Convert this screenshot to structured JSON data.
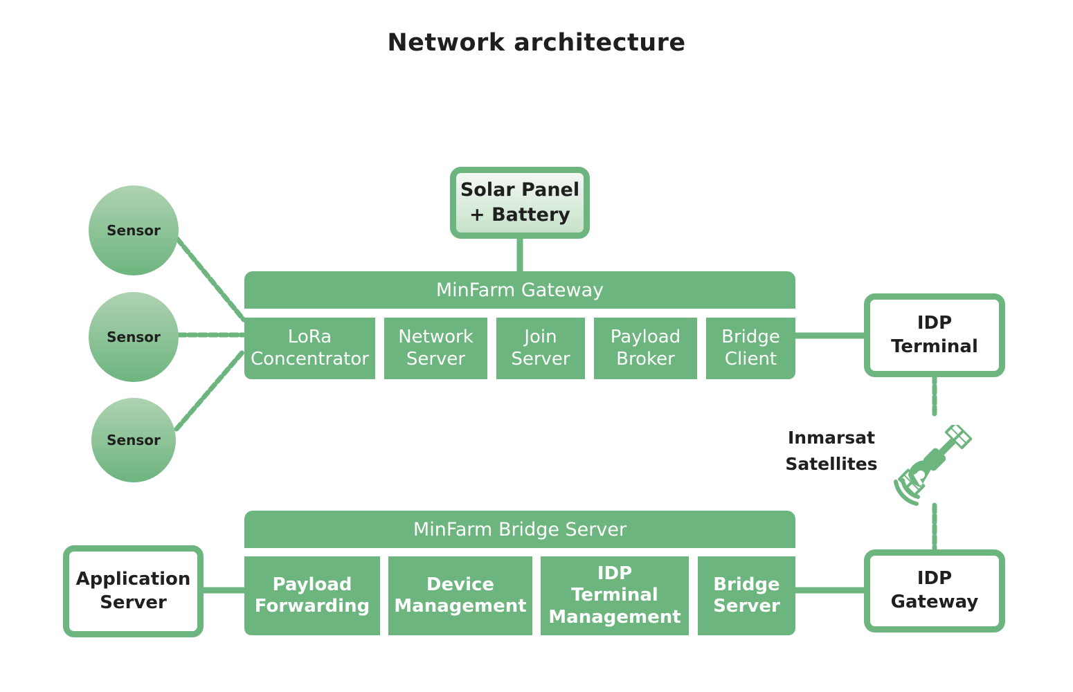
{
  "title": "Network architecture",
  "colors": {
    "accent": "#6db57f",
    "text": "#1f1f1f",
    "module_text": "#ffffff"
  },
  "sensors": [
    {
      "label": "Sensor"
    },
    {
      "label": "Sensor"
    },
    {
      "label": "Sensor"
    }
  ],
  "power": {
    "label": "Solar Panel\n+ Battery"
  },
  "gateway": {
    "title": "MinFarm Gateway",
    "modules": [
      {
        "label": "LoRa\nConcentrator"
      },
      {
        "label": "Network\nServer"
      },
      {
        "label": "Join\nServer"
      },
      {
        "label": "Payload\nBroker"
      },
      {
        "label": "Bridge\nClient"
      }
    ]
  },
  "idp_terminal": {
    "label": "IDP\nTerminal"
  },
  "satellite": {
    "label": "Inmarsat\nSatellites",
    "icon": "satellite-icon"
  },
  "bridge_server": {
    "title": "MinFarm Bridge Server",
    "modules": [
      {
        "label": "Payload\nForwarding"
      },
      {
        "label": "Device\nManagement"
      },
      {
        "label": "IDP\nTerminal\nManagement"
      },
      {
        "label": "Bridge\nServer"
      }
    ]
  },
  "application_server": {
    "label": "Application\nServer"
  },
  "idp_gateway": {
    "label": "IDP\nGateway"
  }
}
